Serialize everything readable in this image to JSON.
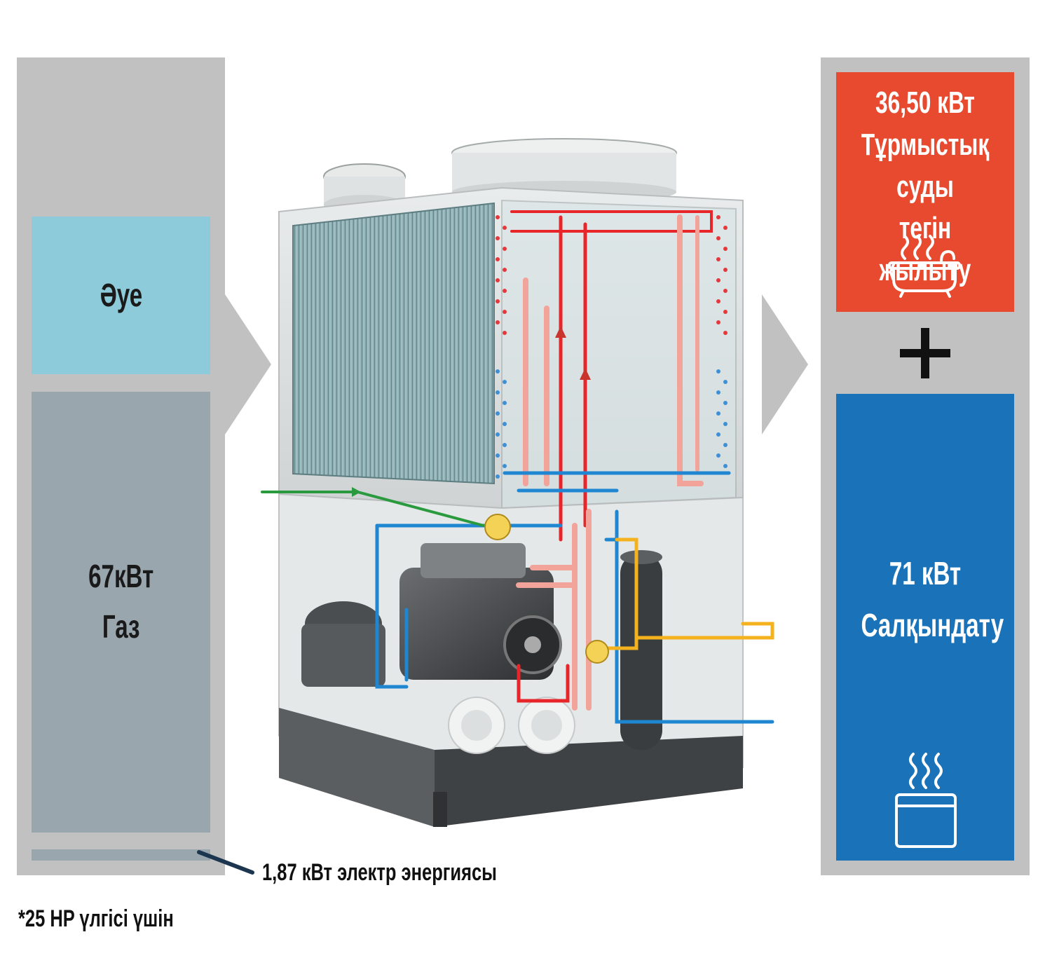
{
  "inputs": {
    "air_label": "Әуе",
    "gas_value": "67кВт",
    "gas_label": "Газ",
    "electric_label": "1,87 кВт электр энергиясы"
  },
  "outputs": {
    "heating_value": "36,50 кВт",
    "heating_line1": "Тұрмыстық",
    "heating_line2": "суды",
    "heating_line3": "тегін жылыту",
    "cooling_value": "71 кВт",
    "cooling_label": "Салқындату",
    "plus_symbol": "+"
  },
  "footnote": "*25 HP үлгісі үшін",
  "colors": {
    "panel_gray": "#c1c1c1",
    "air_blue": "#8ecbda",
    "gas_slate": "#9aa6ae",
    "heating_red": "#e84a2f",
    "cooling_blue": "#1a73b9",
    "refrigerant_hot": "#e8262a",
    "refrigerant_cold": "#1f86d1",
    "gas_line_green": "#2a9a3f",
    "water_line_yellow": "#f3b21e"
  },
  "icons": {
    "heating": "bathtub-steam-icon",
    "cooling": "cooking-pot-steam-icon"
  }
}
